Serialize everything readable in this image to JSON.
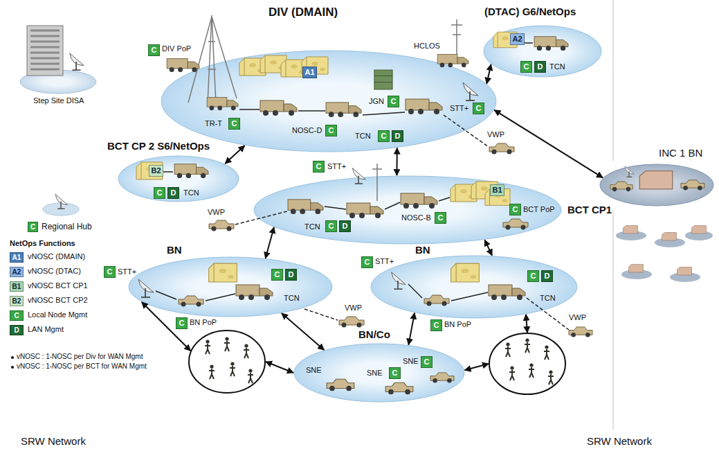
{
  "diagram": {
    "nodes": [
      {
        "text": [
          "DIV (DMAIN)"
        ]
      },
      {
        "text": [
          "A1"
        ],
        "in": 0
      },
      {
        "text": [
          "C"
        ]
      },
      {
        "text": [
          "C"
        ],
        "in": 0
      },
      {
        "text": [
          "C"
        ],
        "in": 0
      },
      {
        "text": [
          "C"
        ],
        "in": 0
      },
      {
        "text": [
          "C"
        ],
        "in": 0
      },
      {
        "text": [
          "C"
        ],
        "in": 0
      },
      {
        "text": [
          "D"
        ],
        "in": 0
      },
      {
        "text": [
          "(DTAC) G6/NetOps"
        ]
      },
      {
        "text": [
          "A2"
        ],
        "in": 9
      },
      {
        "text": [
          "C"
        ],
        "in": 9
      },
      {
        "text": [
          "D"
        ],
        "in": 9
      },
      {
        "text": [
          "Step Site DISA"
        ]
      },
      {
        "text": [
          "BCT CP 2 S6/NetOps"
        ]
      },
      {
        "text": [
          "B2"
        ],
        "in": 14
      },
      {
        "text": [
          "C"
        ],
        "in": 14
      },
      {
        "text": [
          "D"
        ],
        "in": 14
      },
      {
        "text": [
          "INC 1 BN"
        ]
      },
      {
        "text": [
          "BCT CP1"
        ]
      },
      {
        "text": [
          "C"
        ]
      },
      {
        "text": [
          "B1"
        ],
        "in": 19
      },
      {
        "text": [
          "C"
        ],
        "in": 19
      },
      {
        "text": [
          "D"
        ],
        "in": 19
      },
      {
        "text": [
          "C"
        ],
        "in": 19
      },
      {
        "text": [
          "C"
        ],
        "in": 19
      },
      {
        "text": [
          "BN"
        ]
      },
      {
        "text": [
          "C"
        ]
      },
      {
        "text": [
          "C"
        ],
        "in": 26
      },
      {
        "text": [
          "D"
        ],
        "in": 26
      },
      {
        "text": [
          "C"
        ]
      },
      {
        "text": [
          "BN"
        ]
      },
      {
        "text": [
          "C"
        ]
      },
      {
        "text": [
          "C"
        ],
        "in": 31
      },
      {
        "text": [
          "D"
        ],
        "in": 31
      },
      {
        "text": [
          "C"
        ]
      },
      {
        "text": [
          "BN/Co"
        ]
      },
      {
        "text": [
          "C"
        ],
        "in": 36
      },
      {
        "text": [
          "C"
        ],
        "in": 36
      },
      {
        "text": [
          "SRW Network"
        ]
      },
      {
        "text": [
          "SRW Network"
        ]
      }
    ],
    "edges": [
      {
        "from": 0,
        "to": 9,
        "arrow": "both"
      },
      {
        "from": 0,
        "to": 14,
        "arrow": "both"
      },
      {
        "from": 0,
        "to": 19,
        "arrow": "both"
      },
      {
        "from": 0,
        "to": 18,
        "arrow": "both"
      },
      {
        "from": 19,
        "to": 26,
        "arrow": "both"
      },
      {
        "from": 19,
        "to": 31,
        "arrow": "both"
      },
      {
        "from": 26,
        "to": 39,
        "arrow": "both"
      },
      {
        "from": 26,
        "to": 36,
        "arrow": "both"
      },
      {
        "from": 31,
        "to": 36,
        "arrow": "both"
      },
      {
        "from": 31,
        "to": 40,
        "arrow": "both"
      },
      {
        "from": 39,
        "to": 36,
        "arrow": "both"
      },
      {
        "from": 36,
        "to": 40,
        "arrow": "both"
      }
    ],
    "labels": [
      "DIV PoP",
      "TR-T",
      "NOSC-D",
      "JGN",
      "HCLOS",
      "STT+",
      "TCN",
      "VWP",
      "TCN",
      "TCN",
      "STT+",
      "VWP",
      "TCN",
      "NOSC-B",
      "BCT PoP",
      "STT+",
      "TCN",
      "BN PoP",
      "VWP",
      "STT+",
      "TCN",
      "BN PoP",
      "VWP",
      "SNE",
      "SNE",
      "SNE",
      "C",
      "NetOps Functions",
      "A1",
      "A2",
      "B1",
      "B2",
      "C",
      "D",
      "vNOSC : 1-NOSC per Div for WAN Mgmt",
      "vNOSC : 1-NOSC per BCT for WAN Mgmt"
    ],
    "legend": [
      {
        "text": "Regional Hub",
        "color": "#3aa845"
      },
      {
        "text": "vNOSC (DMAIN)",
        "color": "#4a7ebb"
      },
      {
        "text": "vNOSC (DTAC)",
        "color": "#8eb4e3"
      },
      {
        "text": "vNOSC BCT CP1",
        "color": "#a8d8b0"
      },
      {
        "text": "vNOSC BCT CP2",
        "color": "#c4e3c0"
      },
      {
        "text": "Local Node Mgmt",
        "color": "#3aa845"
      },
      {
        "text": "LAN Mgmt",
        "color": "#1f6b34"
      }
    ]
  }
}
